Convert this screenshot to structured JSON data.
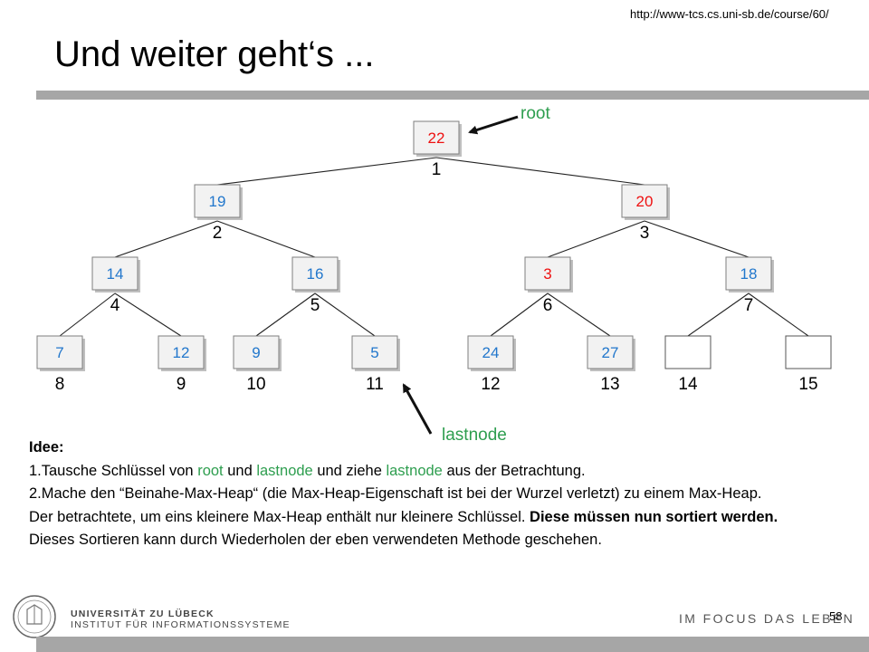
{
  "header": {
    "url": "http://www-tcs.cs.uni-sb.de/course/60/",
    "title": "Und weiter geht‘s ..."
  },
  "tree": {
    "nodes": [
      {
        "index": "1",
        "key": "22",
        "key_color": "#ee1111"
      },
      {
        "index": "2",
        "key": "19",
        "key_color": "#2277cc"
      },
      {
        "index": "3",
        "key": "20",
        "key_color": "#ee1111"
      },
      {
        "index": "4",
        "key": "14",
        "key_color": "#2277cc"
      },
      {
        "index": "5",
        "key": "16",
        "key_color": "#2277cc"
      },
      {
        "index": "6",
        "key": "3",
        "key_color": "#ee1111"
      },
      {
        "index": "7",
        "key": "18",
        "key_color": "#2277cc"
      },
      {
        "index": "8",
        "key": "7",
        "key_color": "#2277cc"
      },
      {
        "index": "9",
        "key": "12",
        "key_color": "#2277cc"
      },
      {
        "index": "10",
        "key": "9",
        "key_color": "#2277cc"
      },
      {
        "index": "11",
        "key": "5",
        "key_color": "#2277cc"
      },
      {
        "index": "12",
        "key": "24",
        "key_color": "#2277cc"
      },
      {
        "index": "13",
        "key": "27",
        "key_color": "#2277cc"
      },
      {
        "index": "14",
        "key": "",
        "key_color": "#2277cc"
      },
      {
        "index": "15",
        "key": "",
        "key_color": "#2277cc"
      }
    ],
    "root_label": "root",
    "lastnode_label": "lastnode"
  },
  "description": {
    "heading": "Idee:",
    "step1": {
      "a": "1.Tausche Schlüssel von ",
      "b": "root",
      "c": " und ",
      "d": "lastnode",
      "e": " und ziehe ",
      "f": "lastnode",
      "g": " aus der Betrachtung."
    },
    "step2": "2.Mache den “Beinahe-Max-Heap“ (die Max-Heap-Eigenschaft ist bei der Wurzel verletzt) zu einem Max-Heap.",
    "step3": {
      "a": "Der betrachtete, um eins kleinere Max-Heap enthält nur kleinere Schlüssel. ",
      "b": "Diese müssen nun sortiert werden.",
      "c": " Dieses Sortieren kann durch Wiederholen der eben verwendeten Methode geschehen."
    }
  },
  "footer": {
    "university": "UNIVERSITÄT ZU LÜBECK",
    "institute": "INSTITUT FÜR INFORMATIONSSYSTEME",
    "slogan": "IM FOCUS DAS LEBEN",
    "page_number": "58"
  }
}
